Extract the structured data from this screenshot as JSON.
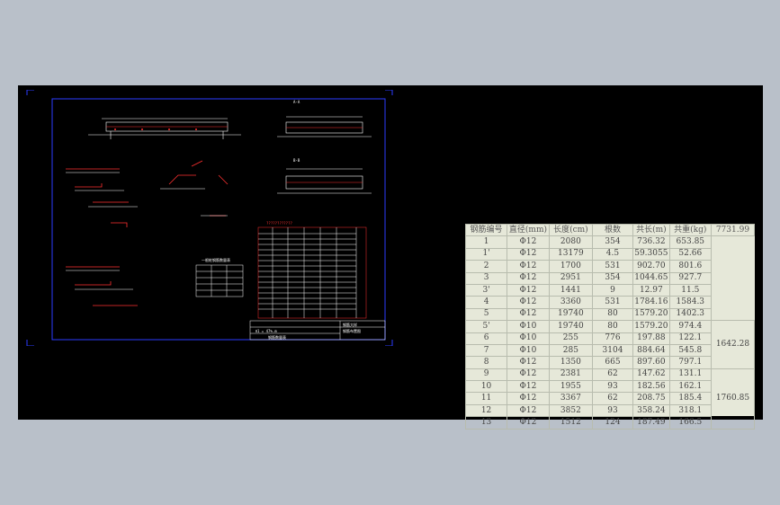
{
  "drawing": {
    "title_block": {
      "label_left": "Ⅱ1 = 47%.m",
      "label_mid": "钢筋数量表",
      "label_right_top": "钢筋大样",
      "label_right_bottom": "钢筋布置图"
    },
    "section_labels": [
      "A-A",
      "B-B"
    ],
    "small_table_title": "一根桩钢筋数量表",
    "rebar_table_title": "????????????"
  },
  "rebar_table": {
    "headers": [
      "钢筋编号",
      "直径(mm)",
      "长度(cm)",
      "根数",
      "共长(m)",
      "共重(kg)"
    ],
    "rows": [
      [
        "1",
        "Φ12",
        "2080",
        "354",
        "736.32",
        "653.85"
      ],
      [
        "1'",
        "Φ12",
        "13179",
        "4.5",
        "59.3055",
        "52.66"
      ],
      [
        "2",
        "Φ12",
        "1700",
        "531",
        "902.70",
        "801.6"
      ],
      [
        "3",
        "Φ12",
        "2951",
        "354",
        "1044.65",
        "927.7"
      ],
      [
        "3'",
        "Φ12",
        "1441",
        "9",
        "12.97",
        "11.5"
      ],
      [
        "4",
        "Φ12",
        "3360",
        "531",
        "1784.16",
        "1584.3"
      ],
      [
        "5",
        "Φ12",
        "19740",
        "80",
        "1579.20",
        "1402.3"
      ],
      [
        "5'",
        "Φ10",
        "19740",
        "80",
        "1579.20",
        "974.4"
      ],
      [
        "6",
        "Φ10",
        "255",
        "776",
        "197.88",
        "122.1"
      ],
      [
        "7",
        "Φ10",
        "285",
        "3104",
        "884.64",
        "545.8"
      ],
      [
        "8",
        "Φ12",
        "1350",
        "665",
        "897.60",
        "797.1"
      ],
      [
        "9",
        "Φ12",
        "2381",
        "62",
        "147.62",
        "131.1"
      ],
      [
        "10",
        "Φ12",
        "1955",
        "93",
        "182.56",
        "162.1"
      ],
      [
        "11",
        "Φ12",
        "3367",
        "62",
        "208.75",
        "185.4"
      ],
      [
        "12",
        "Φ12",
        "3852",
        "93",
        "358.24",
        "318.1"
      ],
      [
        "13",
        "Φ12",
        "1512",
        "124",
        "187.49",
        "166.5"
      ]
    ],
    "totals": [
      {
        "value": "7731.99",
        "rows": 7
      },
      {
        "value": "1642.28",
        "rows": 4
      },
      {
        "value": "1760.85",
        "rows": 5
      }
    ]
  }
}
